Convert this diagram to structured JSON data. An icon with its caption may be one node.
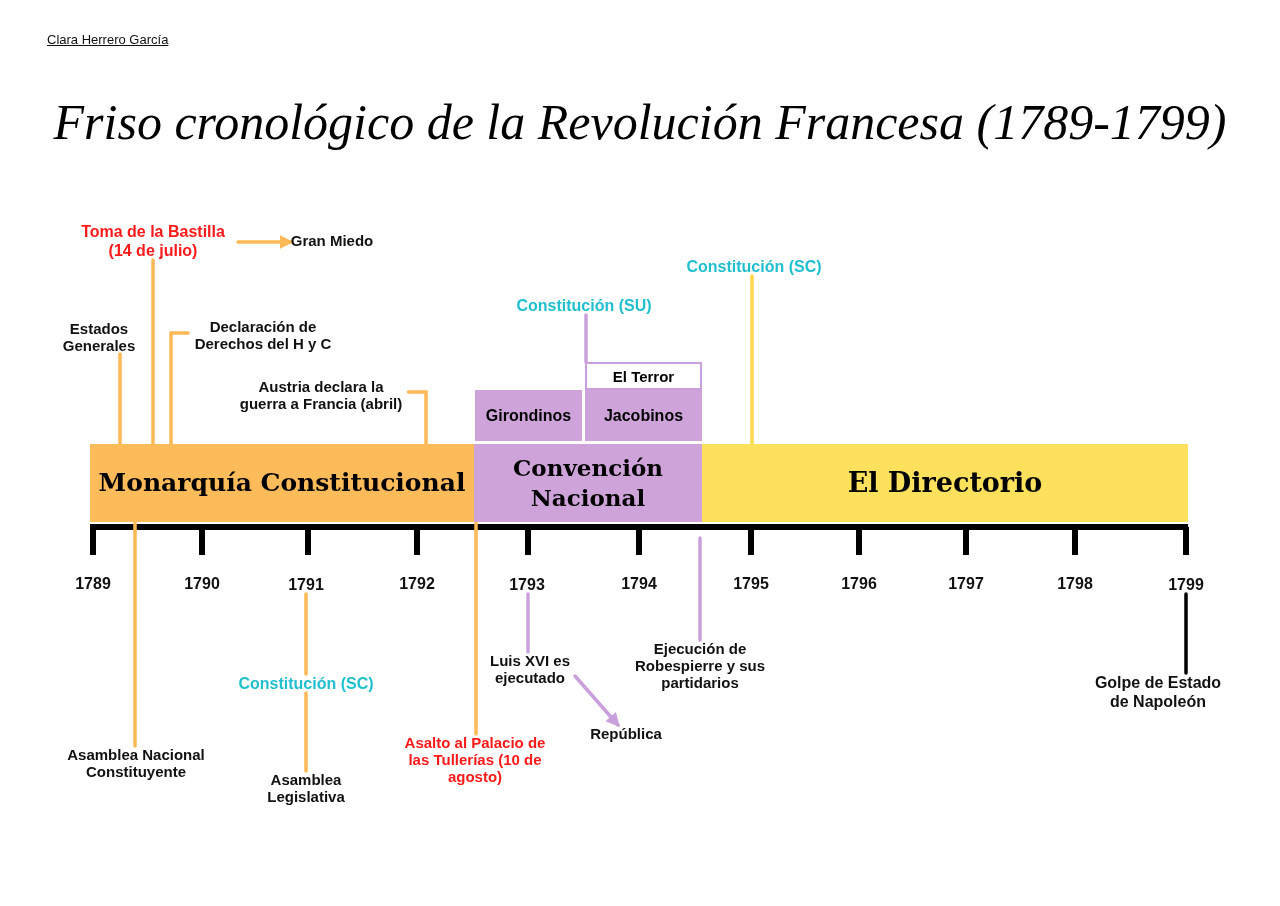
{
  "diagram": {
    "title": "Friso cronológico de la Revolución Francesa (1789-1799)",
    "nodes": [
      {
        "text": [
          "Toma de la Bastilla (14 de julio)"
        ]
      },
      {
        "text": [
          "Gran Miedo"
        ]
      },
      {
        "text": [
          "Constitución (SC)"
        ]
      },
      {
        "text": [
          "Constitución (SU)"
        ]
      },
      {
        "text": [
          "Estados Generales"
        ]
      },
      {
        "text": [
          "Declaración de Derechos del H y C"
        ]
      },
      {
        "text": [
          "El Terror"
        ]
      },
      {
        "text": [
          "Austria declara la guerra a Francia (abril)"
        ]
      },
      {
        "text": [
          "Girondinos"
        ]
      },
      {
        "text": [
          "Jacobinos"
        ]
      },
      {
        "text": [
          "Monarquía Constitucional"
        ]
      },
      {
        "text": [
          "Convención Nacional"
        ]
      },
      {
        "text": [
          "El Directorio"
        ]
      },
      {
        "text": [
          "1791"
        ]
      },
      {
        "text": [
          "1793"
        ]
      },
      {
        "text": [
          "1799"
        ]
      },
      {
        "text": [
          "Luis XVI es ejecutado"
        ]
      },
      {
        "text": [
          "Ejecución de Robespierre y sus partidarios"
        ]
      },
      {
        "text": [
          "Golpe de Estado de Napoleón"
        ]
      },
      {
        "text": [
          "Constitución (SC)"
        ]
      },
      {
        "text": [
          "República"
        ]
      },
      {
        "text": [
          "Asamblea Nacional Constituyente"
        ]
      },
      {
        "text": [
          "Asamblea Legislativa"
        ]
      },
      {
        "text": [
          "Asalto al Palacio de las Tullerías (10 de agosto)"
        ]
      }
    ],
    "edges": [
      {
        "from": 0,
        "to": 1,
        "arrow": "to"
      },
      {
        "from": 0,
        "to": 10,
        "arrow": "none"
      },
      {
        "from": 4,
        "to": 10,
        "arrow": "none"
      },
      {
        "from": 5,
        "to": 10,
        "arrow": "none"
      },
      {
        "from": 7,
        "to": 10,
        "arrow": "none"
      },
      {
        "from": 3,
        "to": 6,
        "arrow": "none",
        "color": "#c9a0dc"
      },
      {
        "from": 2,
        "to": 12,
        "arrow": "none",
        "color": "#fdd94e"
      },
      {
        "from": 13,
        "to": 19,
        "arrow": "none"
      },
      {
        "from": 19,
        "to": 22,
        "arrow": "none"
      },
      {
        "from": 14,
        "to": 16,
        "arrow": "none",
        "color": "#c9a0dc"
      },
      {
        "from": 16,
        "to": 20,
        "arrow": "to",
        "color": "#c9a0dc"
      },
      {
        "from": null,
        "to": 17,
        "arrow": "none",
        "color": "#c9a0dc"
      },
      {
        "from": 15,
        "to": 18,
        "arrow": "none",
        "color": "#000000"
      },
      {
        "from": 10,
        "to": 21,
        "arrow": "none"
      },
      {
        "from": 11,
        "to": 23,
        "arrow": "none"
      }
    ],
    "labels": [
      "Clara Herrero García",
      "1789",
      "1790",
      "1792",
      "1794",
      "1795",
      "1796",
      "1797",
      "1798"
    ]
  }
}
